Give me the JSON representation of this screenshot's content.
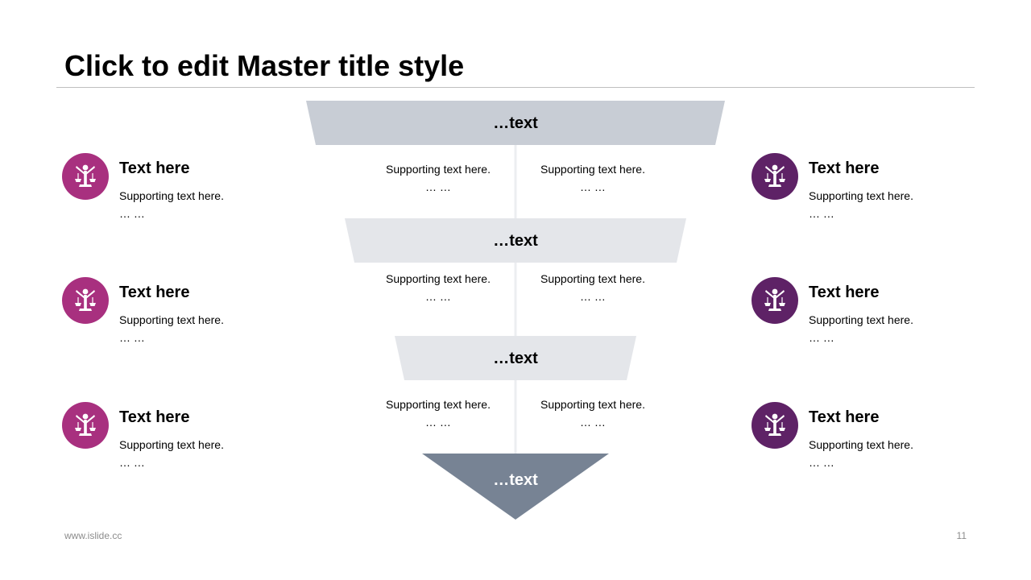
{
  "slide": {
    "title": "Click to edit Master title style"
  },
  "funnel": {
    "stages": [
      {
        "label": "…text",
        "color": "#c8cdd5",
        "text_color": "#000000"
      },
      {
        "label": "…text",
        "color": "#e4e6ea",
        "text_color": "#000000"
      },
      {
        "label": "…text",
        "color": "#e4e6ea",
        "text_color": "#000000"
      },
      {
        "label": "…text",
        "color": "#778394",
        "text_color": "#ffffff"
      }
    ],
    "center_notes": [
      {
        "text": "Supporting text here.",
        "dots": "… …"
      },
      {
        "text": "Supporting text here.",
        "dots": "… …"
      },
      {
        "text": "Supporting text here.",
        "dots": "… …"
      },
      {
        "text": "Supporting text here.",
        "dots": "… …"
      },
      {
        "text": "Supporting text here.",
        "dots": "… …"
      },
      {
        "text": "Supporting text here.",
        "dots": "… …"
      }
    ]
  },
  "left_items": [
    {
      "title": "Text here",
      "text": "Supporting text here.",
      "dots": "… …",
      "icon": "justice-scales-icon",
      "color": "#a8307f"
    },
    {
      "title": "Text here",
      "text": "Supporting text here.",
      "dots": "… …",
      "icon": "justice-scales-icon",
      "color": "#a8307f"
    },
    {
      "title": "Text here",
      "text": "Supporting text here.",
      "dots": "… …",
      "icon": "justice-scales-icon",
      "color": "#a8307f"
    }
  ],
  "right_items": [
    {
      "title": "Text here",
      "text": "Supporting text here.",
      "dots": "… …",
      "icon": "justice-scales-icon",
      "color": "#5e2266"
    },
    {
      "title": "Text here",
      "text": "Supporting text here.",
      "dots": "… …",
      "icon": "justice-scales-icon",
      "color": "#5e2266"
    },
    {
      "title": "Text here",
      "text": "Supporting text here.",
      "dots": "… …",
      "icon": "justice-scales-icon",
      "color": "#5e2266"
    }
  ],
  "footer": {
    "url": "www.islide.cc",
    "page": "11"
  }
}
